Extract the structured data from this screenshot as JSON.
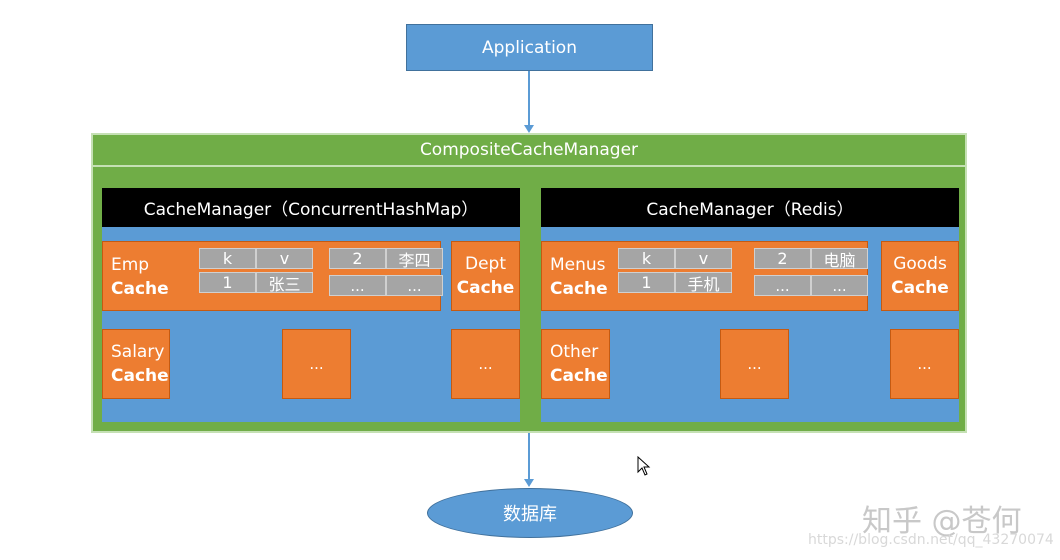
{
  "application": {
    "label": "Application"
  },
  "composite": {
    "title": "CompositeCacheManager"
  },
  "managers": [
    {
      "title": "CacheManager（ConcurrentHashMap）",
      "main_cache": {
        "line1": "Emp",
        "line2": "Cache",
        "table1": {
          "h1": "k",
          "h2": "v",
          "r1c1": "1",
          "r1c2": "张三"
        },
        "table2": {
          "r1c1": "2",
          "r1c2": "李四",
          "r2c1": "...",
          "r2c2": "..."
        }
      },
      "side_cache": {
        "line1": "Dept",
        "line2": "Cache"
      },
      "bottom_cache": {
        "line1": "Salary",
        "line2": "Cache"
      },
      "ellipsis_mid": "...",
      "ellipsis_right": "..."
    },
    {
      "title": "CacheManager（Redis）",
      "main_cache": {
        "line1": "Menus",
        "line2": "Cache",
        "table1": {
          "h1": "k",
          "h2": "v",
          "r1c1": "1",
          "r1c2": "手机"
        },
        "table2": {
          "r1c1": "2",
          "r1c2": "电脑",
          "r2c1": "...",
          "r2c2": "..."
        }
      },
      "side_cache": {
        "line1": "Goods",
        "line2": "Cache"
      },
      "bottom_cache": {
        "line1": "Other",
        "line2": "Cache"
      },
      "ellipsis_mid": "...",
      "ellipsis_right": "..."
    }
  ],
  "database": {
    "label": "数据库"
  },
  "watermark": {
    "text": "知乎 @苍何",
    "url": "https://blog.csdn.net/qq_43270074"
  },
  "colors": {
    "blue": "#5b9bd5",
    "green": "#70ad47",
    "orange": "#ed7d31",
    "gray": "#a5a5a5",
    "black": "#000000"
  }
}
